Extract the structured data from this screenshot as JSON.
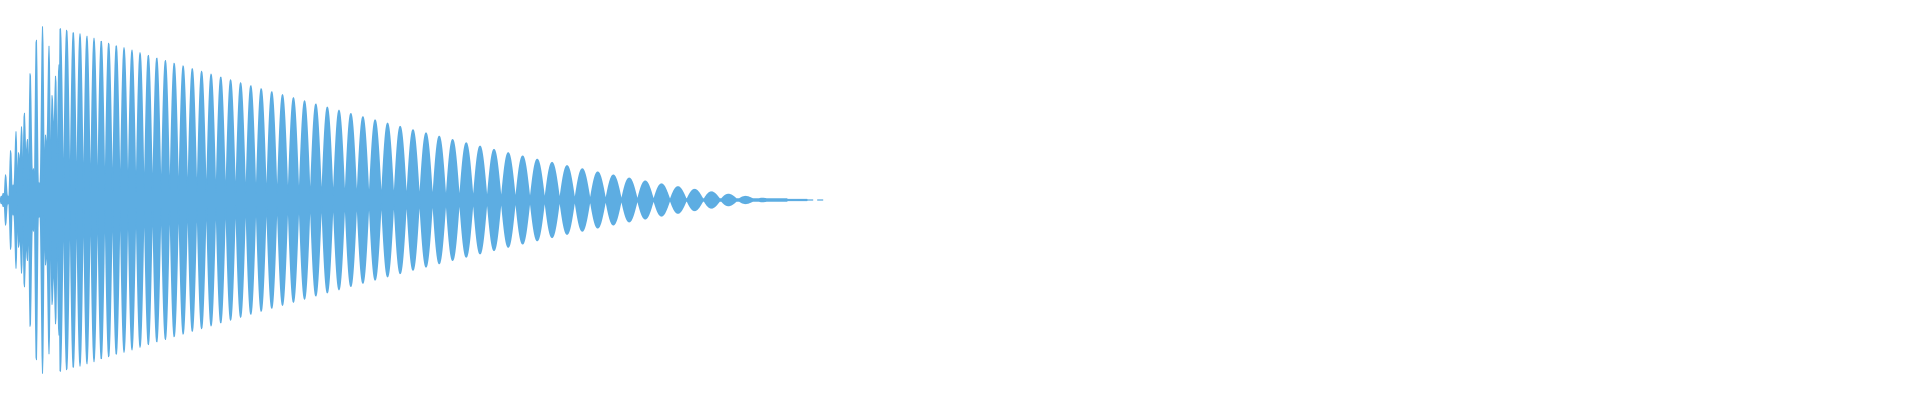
{
  "waveform": {
    "color": "#5dade2",
    "background": "#ffffff",
    "envelope": "decaying",
    "sound_length_fraction": 0.41,
    "peak_level_fraction": 0.96
  }
}
